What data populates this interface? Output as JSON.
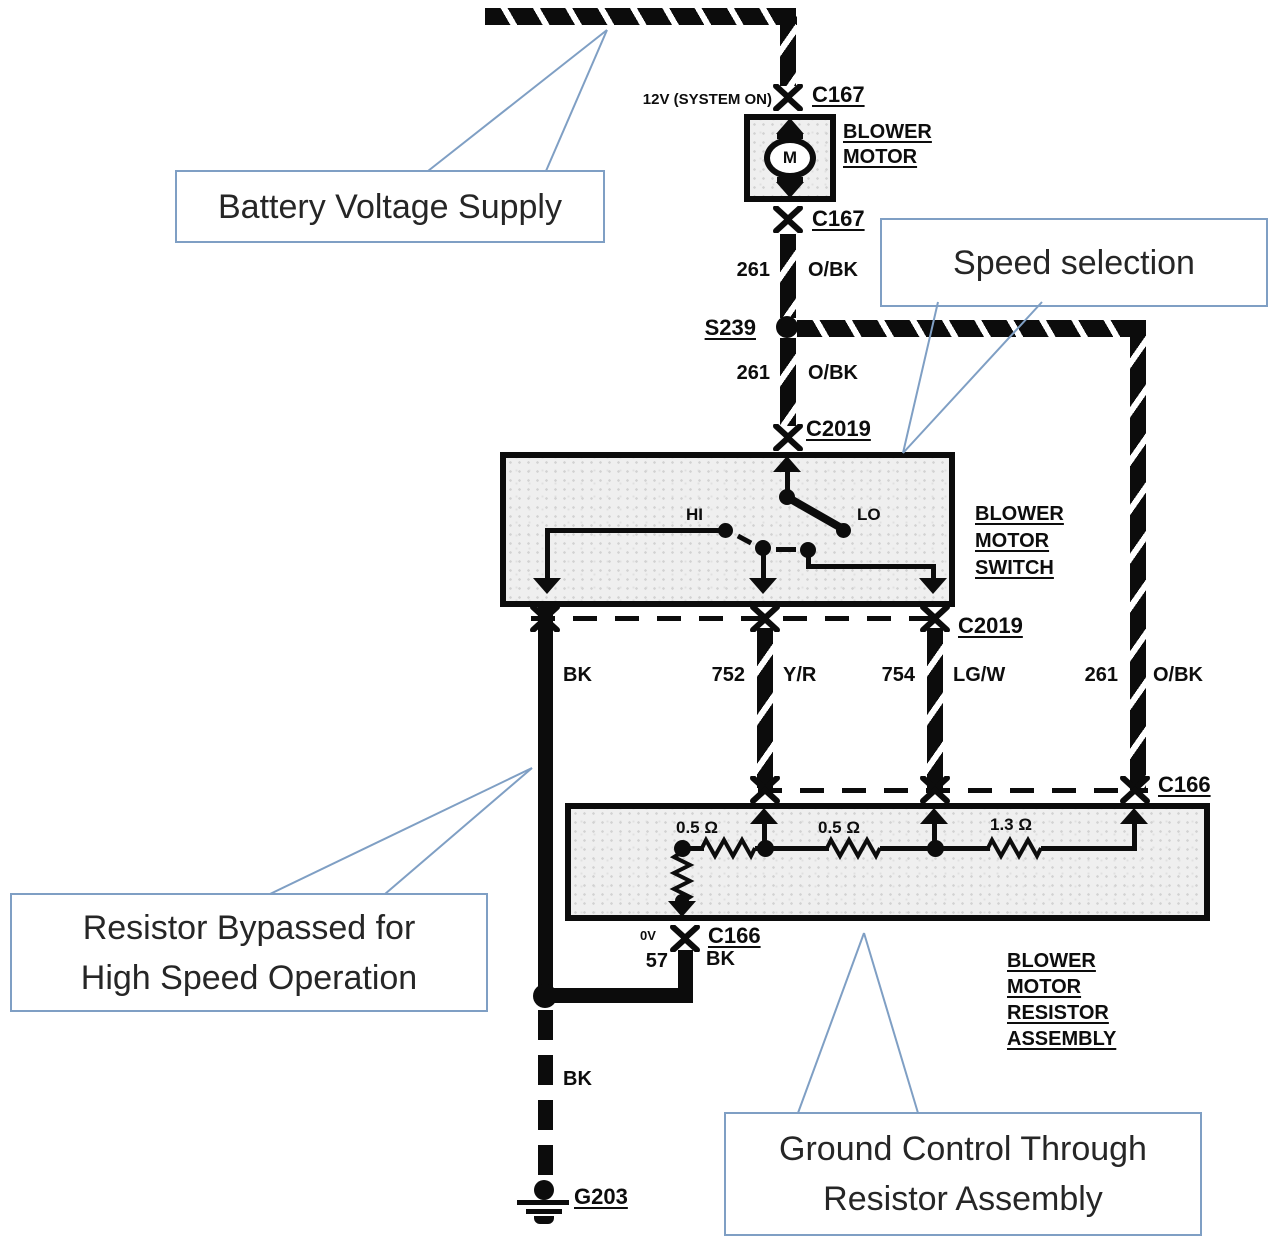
{
  "diagram": {
    "colors": {
      "callout_border": "#7f9fc4",
      "ink": "#0c0c0c"
    },
    "labels": {
      "supply": "12V (SYSTEM ON)",
      "splice": "S239",
      "ground_id": "G203"
    },
    "connectors": {
      "c167_top": "C167",
      "c167_mid": "C167",
      "c2019_top": "C2019",
      "c2019_bottom": "C2019",
      "c166_top": "C166",
      "c166_bottom": "C166"
    },
    "motor": {
      "letter": "M",
      "name_lines": [
        "BLOWER",
        "MOTOR"
      ]
    },
    "switch": {
      "name_lines": [
        "BLOWER",
        "MOTOR",
        "SWITCH"
      ],
      "hi": "HI",
      "lo": "LO"
    },
    "resistor_assembly": {
      "name_lines": [
        "BLOWER",
        "MOTOR",
        "RESISTOR",
        "ASSEMBLY"
      ],
      "r1": "0.5 Ω",
      "r2": "0.5 Ω",
      "r3": "1.3 Ω"
    },
    "wires": {
      "w261_upper": {
        "number": "261",
        "code": "O/BK"
      },
      "w261_lower": {
        "number": "261",
        "code": "O/BK"
      },
      "bk_switch": {
        "code": "BK"
      },
      "w752": {
        "number": "752",
        "code": "Y/R"
      },
      "w754": {
        "number": "754",
        "code": "LG/W"
      },
      "w261_right": {
        "number": "261",
        "code": "O/BK"
      },
      "w57": {
        "volts": "0V",
        "number": "57",
        "code": "BK"
      },
      "bk_ground": {
        "code": "BK"
      }
    },
    "callouts": {
      "battery": {
        "lines": [
          "Battery Voltage Supply"
        ]
      },
      "speed": {
        "lines": [
          "Speed selection"
        ]
      },
      "bypass": {
        "lines": [
          "Resistor Bypassed for",
          "High Speed Operation"
        ]
      },
      "ground": {
        "lines": [
          "Ground Control Through",
          "Resistor Assembly"
        ]
      }
    }
  }
}
